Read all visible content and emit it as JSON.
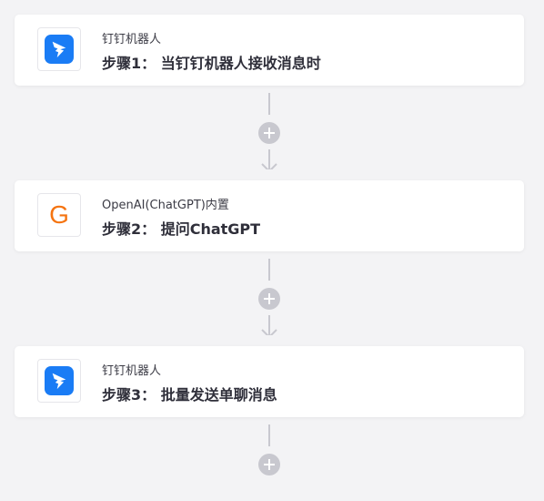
{
  "colors": {
    "dingtalk_blue": "#1a7cf5",
    "openai_orange": "#f57411",
    "connector_gray": "#c8c8cf"
  },
  "steps": [
    {
      "app_name": "钉钉机器人",
      "title": "步骤1： 当钉钉机器人接收消息时",
      "icon": "dingtalk-icon"
    },
    {
      "app_name": "OpenAI(ChatGPT)内置",
      "title": "步骤2： 提问ChatGPT",
      "icon": "chatgpt-g-icon",
      "icon_letter": "G"
    },
    {
      "app_name": "钉钉机器人",
      "title": "步骤3： 批量发送单聊消息",
      "icon": "dingtalk-icon"
    }
  ]
}
